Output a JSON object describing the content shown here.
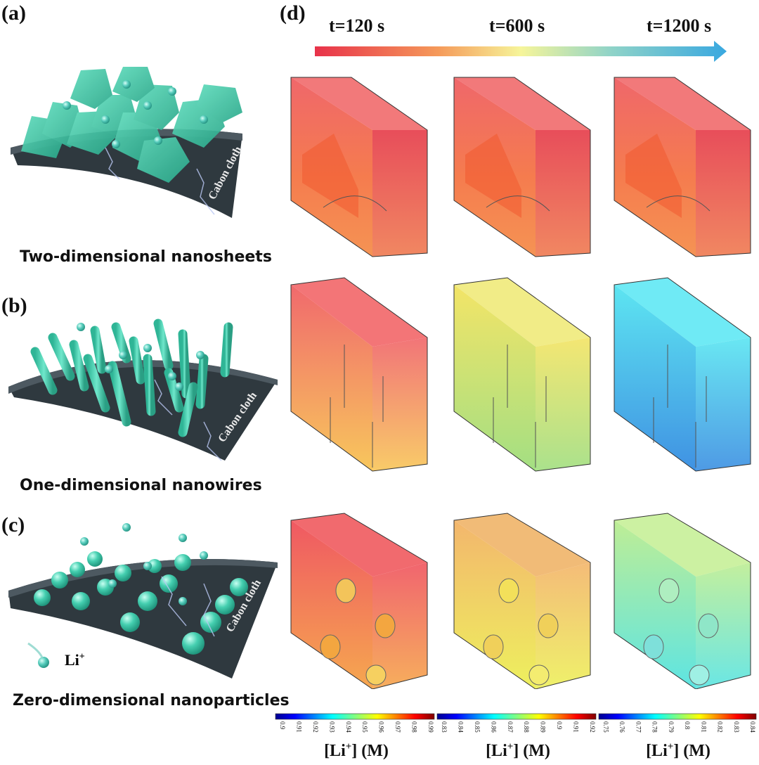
{
  "panels": {
    "a": {
      "label": "(a)",
      "caption": "Two-dimensional nanosheets",
      "substrate": "Cabon cloth"
    },
    "b": {
      "label": "(b)",
      "caption": "One-dimensional nanowires",
      "substrate": "Cabon cloth"
    },
    "c": {
      "label": "(c)",
      "caption": "Zero-dimensional nanoparticles",
      "substrate": "Cabon cloth",
      "legend": "Li",
      "legend_sup": "+"
    },
    "d": {
      "label": "(d)"
    }
  },
  "timeline": {
    "times": [
      "t=120 s",
      "t=600 s",
      "t=1200 s"
    ],
    "gradient": [
      "#e8324a",
      "#f59a5a",
      "#f6f59a",
      "#8fd3c8",
      "#39a8e0"
    ]
  },
  "colorbars": [
    {
      "ticks": [
        "0.9",
        "0.91",
        "0.92",
        "0.93",
        "0.94",
        "0.95",
        "0.96",
        "0.97",
        "0.98",
        "0.99"
      ],
      "label_main": "[Li",
      "label_sup": "+",
      "label_end": "] (M)"
    },
    {
      "ticks": [
        "0.83",
        "0.84",
        "0.85",
        "0.86",
        "0.87",
        "0.88",
        "0.89",
        "0.9",
        "0.91",
        "0.92"
      ],
      "label_main": "[Li",
      "label_sup": "+",
      "label_end": "] (M)"
    },
    {
      "ticks": [
        "0.75",
        "0.76",
        "0.77",
        "0.78",
        "0.79",
        "0.8",
        "0.81",
        "0.82",
        "0.83",
        "0.84"
      ],
      "label_main": "[Li",
      "label_sup": "+",
      "label_end": "] (M)"
    }
  ],
  "colors": {
    "nanostructure": "#3fc9a8",
    "substrate": "#3e4a52",
    "ion": "#48c4b4"
  }
}
